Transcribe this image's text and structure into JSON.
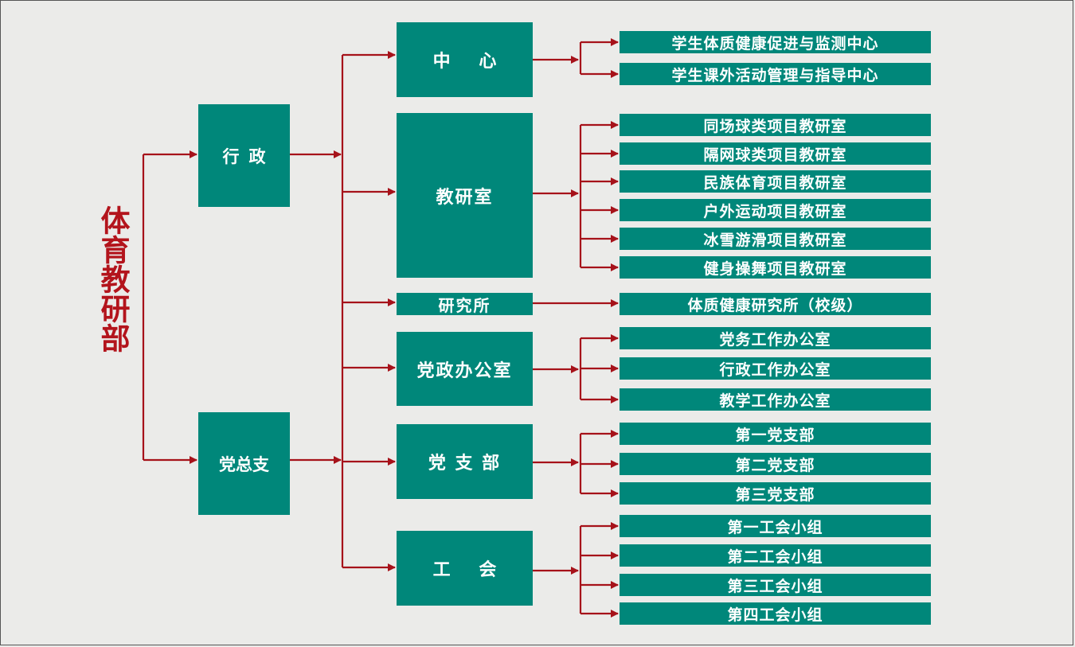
{
  "title": "体育教研部",
  "level1": [
    {
      "id": "xingzheng",
      "label": "行政"
    },
    {
      "id": "dangzongzhi",
      "label": "党总支"
    }
  ],
  "level2": [
    {
      "id": "zhongxin",
      "label": "中 心",
      "children": [
        "学生体质健康促进与监测中心",
        "学生课外活动管理与指导中心"
      ]
    },
    {
      "id": "jiaoyanshi",
      "label": "教研室",
      "children": [
        "同场球类项目教研室",
        "隔网球类项目教研室",
        "民族体育项目教研室",
        "户外运动项目教研室",
        "冰雪游滑项目教研室",
        "健身操舞项目教研室"
      ]
    },
    {
      "id": "yanjiusuo",
      "label": "研究所",
      "children": [
        "体质健康研究所（校级）"
      ]
    },
    {
      "id": "dangzheng",
      "label": "党政办公室",
      "children": [
        "党务工作办公室",
        "行政工作办公室",
        "教学工作办公室"
      ]
    },
    {
      "id": "dangzhibu",
      "label": "党 支 部",
      "children": [
        "第一党支部",
        "第二党支部",
        "第三党支部"
      ]
    },
    {
      "id": "gonghui",
      "label": "工 会",
      "children": [
        "第一工会小组",
        "第二工会小组",
        "第三工会小组",
        "第四工会小组"
      ]
    }
  ],
  "colors": {
    "box": "#00877a",
    "arrow": "#a6121a",
    "title": "#b3141c",
    "background": "#ebebe9"
  }
}
